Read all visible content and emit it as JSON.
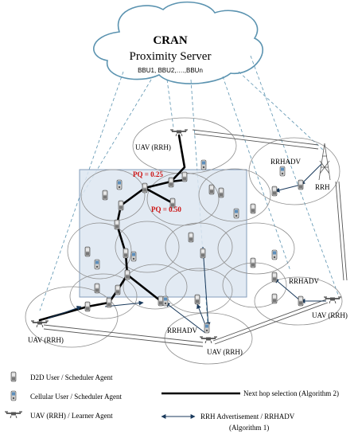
{
  "cloud": {
    "title": "CRAN",
    "subtitle": "Proximity Server",
    "bbu_list": "BBU1, BBU2,….,BBUn"
  },
  "annotations": {
    "pq_1": "PQ = 0.25",
    "pq_2": "PQ = 0.50",
    "uav_top": "UAV (RRH)",
    "uav_left": "UAV (RRH)",
    "uav_bottom": "UAV (RRH)",
    "uav_right": "UAV (RRH)",
    "rrhadv_top": "RRHADV",
    "rrhadv_right": "RRHADV",
    "rrhadv_bottom": "RRHADV",
    "rrh_tower": "RRH"
  },
  "legend": {
    "d2d_user": "D2D User / Scheduler Agent",
    "cellular_user": "Cellular User / Scheduler Agent",
    "uav": "UAV (RRH) / Learner Agent",
    "next_hop": "Next hop selection (Algorithm 2)",
    "rrh_adv_line1": "RRH Advertisement / RRHADV",
    "rrh_adv_line2": "(Algorithm 1)"
  },
  "colors": {
    "pq_label": "#cc1111",
    "region_fill": "#dde7f2",
    "region_stroke": "#6f8db0",
    "dashed_link": "#5b93b0",
    "path": "#000000"
  }
}
